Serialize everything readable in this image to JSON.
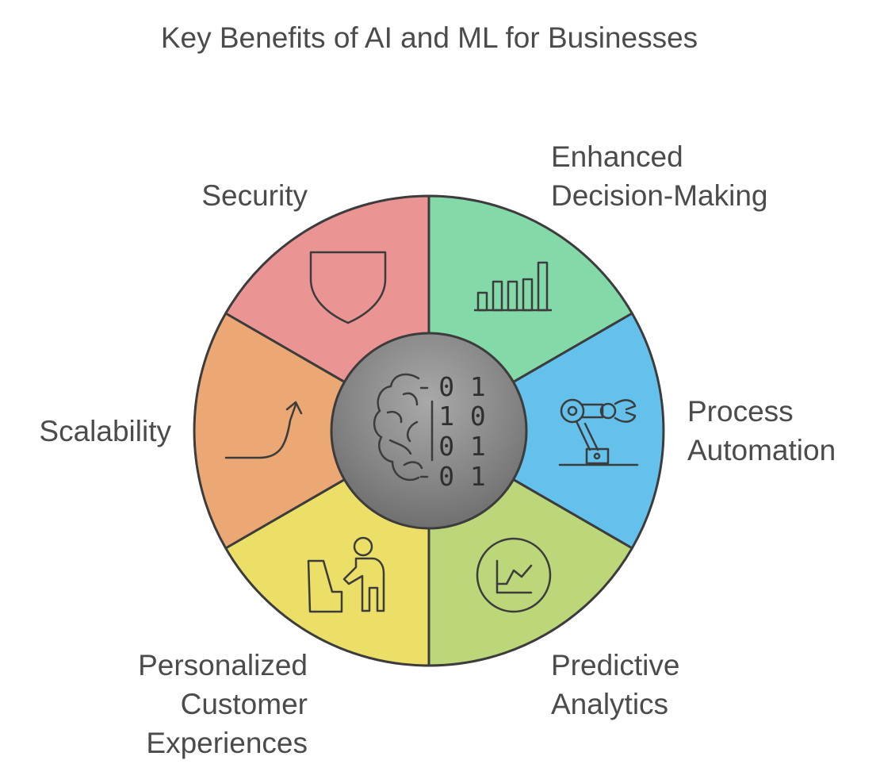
{
  "title": "Key Benefits of AI and ML for Businesses",
  "colors": {
    "security": "#ea9593",
    "decision_making": "#84d9a9",
    "process_automation": "#63c1ec",
    "predictive_analytics": "#bcd77a",
    "personalized_experiences": "#ecdf67",
    "scalability": "#eba874",
    "outline": "#3c3c3c",
    "hub": "#7f7f7f"
  },
  "segments": [
    {
      "id": "security",
      "label_lines": [
        "Security"
      ],
      "icon": "shield-icon"
    },
    {
      "id": "decision_making",
      "label_lines": [
        "Enhanced",
        "Decision-Making"
      ],
      "icon": "bar-chart-icon"
    },
    {
      "id": "process_automation",
      "label_lines": [
        "Process",
        "Automation"
      ],
      "icon": "robot-arm-icon"
    },
    {
      "id": "predictive_analytics",
      "label_lines": [
        "Predictive",
        "Analytics"
      ],
      "icon": "trend-chart-icon"
    },
    {
      "id": "personalized_experiences",
      "label_lines": [
        "Personalized",
        "Customer",
        "Experiences"
      ],
      "icon": "customer-service-icon"
    },
    {
      "id": "scalability",
      "label_lines": [
        "Scalability"
      ],
      "icon": "growth-curve-icon"
    }
  ],
  "hub": {
    "icon": "ai-brain-binary-icon",
    "binary_rows": [
      "0 1",
      "1 0",
      "0 1",
      "0 1"
    ]
  }
}
